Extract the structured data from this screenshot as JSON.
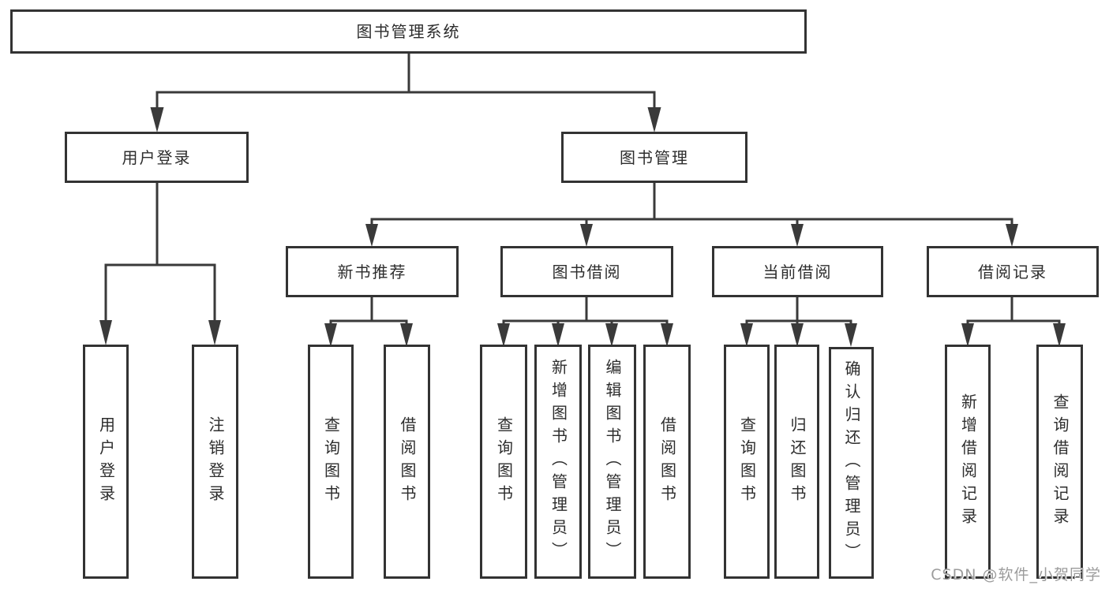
{
  "diagram": {
    "root": {
      "label": "图书管理系统"
    },
    "branches": [
      {
        "label": "用户登录",
        "children": [
          {
            "label": "用户登录"
          },
          {
            "label": "注销登录"
          }
        ]
      },
      {
        "label": "图书管理",
        "sections": [
          {
            "label": "新书推荐",
            "children": [
              {
                "label": "查询图书"
              },
              {
                "label": "借阅图书"
              }
            ]
          },
          {
            "label": "图书借阅",
            "children": [
              {
                "label": "查询图书"
              },
              {
                "label": "新增图书（管理员）"
              },
              {
                "label": "编辑图书（管理员）"
              },
              {
                "label": "借阅图书"
              }
            ]
          },
          {
            "label": "当前借阅",
            "children": [
              {
                "label": "查询图书"
              },
              {
                "label": "归还图书"
              },
              {
                "label": "确认归还（管理员）"
              }
            ]
          },
          {
            "label": "借阅记录",
            "children": [
              {
                "label": "新增借阅记录"
              },
              {
                "label": "查询借阅记录"
              }
            ]
          }
        ]
      }
    ]
  },
  "watermark": {
    "text": "CSDN @软件_小贺同学"
  },
  "colors": {
    "line": "#3a3a3a",
    "box_border": "#333333",
    "text": "#2d2d2d",
    "watermark": "#9c9c9c",
    "background": "#ffffff"
  }
}
